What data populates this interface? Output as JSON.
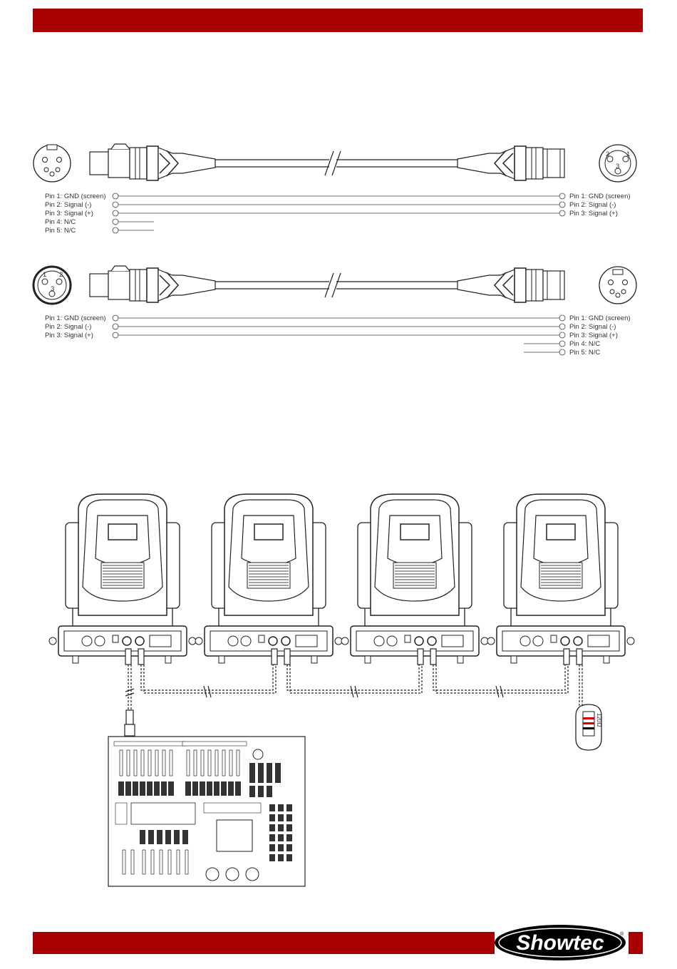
{
  "header": {
    "color": "#a80000"
  },
  "cable1": {
    "left_pins": [
      "Pin 1: GND (screen)",
      "Pin 2: Signal (-)",
      "Pin 3: Signal (+)",
      "Pin 4: N/C",
      "Pin 5: N/C"
    ],
    "right_pins": [
      "Pin 1: GND (screen)",
      "Pin 2: Signal (-)",
      "Pin 3: Signal (+)"
    ]
  },
  "cable2": {
    "left_pins": [
      "Pin 1: GND (screen)",
      "Pin 2: Signal (-)",
      "Pin 3: Signal (+)"
    ],
    "right_pins": [
      "Pin 1: GND (screen)",
      "Pin 2: Signal (-)",
      "Pin 3: Signal (+)",
      "Pin 4: N/C",
      "Pin 5: N/C"
    ]
  },
  "connector_labels": {
    "pin_a": "1",
    "pin_b": "2",
    "pin_c": "3"
  },
  "terminator": {
    "label": "120Ω"
  },
  "fixtures": {
    "count": 4
  },
  "footer": {
    "logo_text": "Showtec",
    "registered": "®"
  }
}
